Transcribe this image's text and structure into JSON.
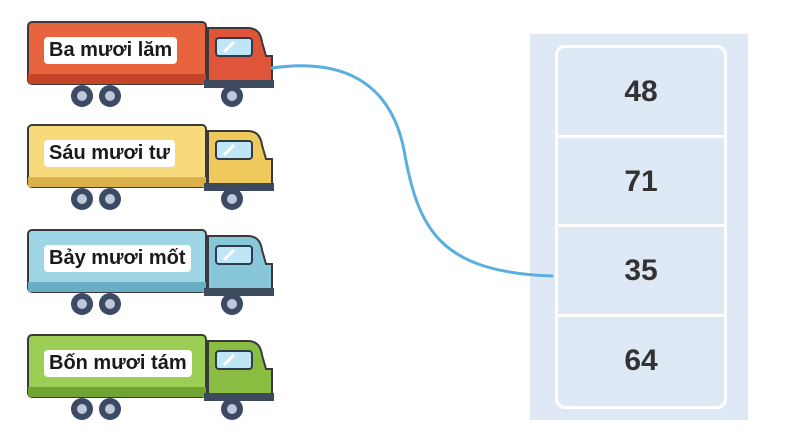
{
  "trucks": [
    {
      "label": "Ba mươi lăm",
      "body_color": "#e8643e",
      "cab_color": "#e0553a",
      "shade_color": "#c64427"
    },
    {
      "label": "Sáu mươi tư",
      "body_color": "#f6da7c",
      "cab_color": "#efc95c",
      "shade_color": "#d9b049"
    },
    {
      "label": "Bảy mươi mốt",
      "body_color": "#9fd6e6",
      "cab_color": "#88c6da",
      "shade_color": "#6aaec5"
    },
    {
      "label": "Bốn mươi tám",
      "body_color": "#9ccd55",
      "cab_color": "#88bd42",
      "shade_color": "#6fa332"
    }
  ],
  "numbers": [
    "48",
    "71",
    "35",
    "64"
  ],
  "colors": {
    "panel_bg": "#dfe9f6",
    "connector_line": "#5aaee0",
    "number_text": "#333333"
  }
}
